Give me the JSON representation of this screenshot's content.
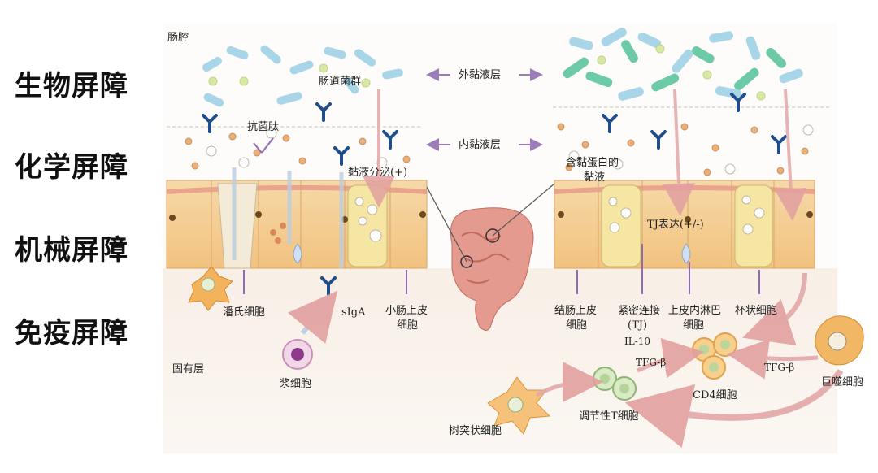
{
  "barriers": {
    "biological": "生物屏障",
    "chemical": "化学屏障",
    "mechanical": "机械屏障",
    "immune": "免疫屏障"
  },
  "labels": {
    "lumen": "肠腔",
    "gut_flora": "肠道菌群",
    "outer_mucus": "外黏液层",
    "inner_mucus": "内黏液层",
    "antimicrobial_peptide": "抗菌肽",
    "mucus_secretion": "黏液分泌(+)",
    "mucin_mucus_1": "含黏蛋白的",
    "mucin_mucus_2": "黏液",
    "tj_expression": "TJ表达(+/-)",
    "paneth_cell": "潘氏细胞",
    "siga": "sIgA",
    "si_epithelial_1": "小肠上皮",
    "si_epithelial_2": "细胞",
    "colon_epithelial_1": "结肠上皮",
    "colon_epithelial_2": "细胞",
    "tight_junction_1": "紧密连接",
    "tight_junction_2": "(TJ)",
    "iel_1": "上皮内淋巴",
    "iel_2": "细胞",
    "goblet_cell": "杯状细胞",
    "lamina_propria": "固有层",
    "plasma_cell": "浆细胞",
    "il10": "IL-10",
    "tgfb_left": "TFG-β",
    "tgfb_right": "TFG-β",
    "cd4_cell": "CD4细胞",
    "macrophage": "巨噬细胞",
    "dendritic_cell": "树突状细胞",
    "treg_cell": "调节性T细胞"
  },
  "colors": {
    "bacteria_blue": "#9fd0e3",
    "bacteria_green": "#6cc9a4",
    "antibody": "#1f4e8a",
    "epithelium": "#f3c987",
    "goblet": "#f6e6a3",
    "arrow_pink": "#e8a6a6",
    "arrow_purple": "#9a7cb8",
    "intestine": "#e49a8e"
  }
}
